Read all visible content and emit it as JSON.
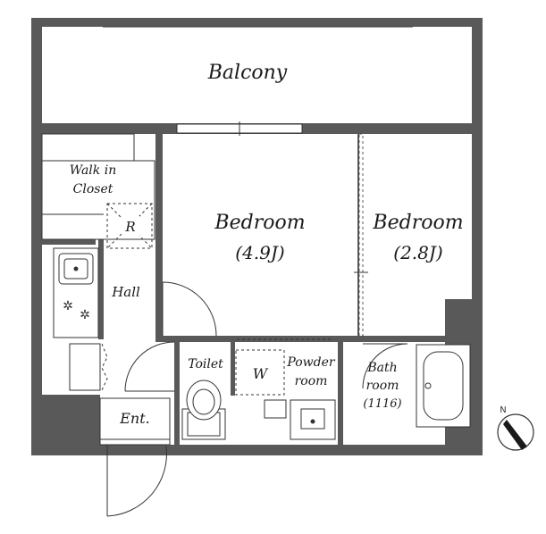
{
  "rooms": {
    "balcony": "Balcony",
    "walk_in_closet_line1": "Walk in",
    "walk_in_closet_line2": "Closet",
    "refrigerator": "R",
    "hall": "Hall",
    "bedroom_main": "Bedroom",
    "bedroom_main_size": "(4.9J)",
    "bedroom_small": "Bedroom",
    "bedroom_small_size": "(2.8J)",
    "toilet": "Toilet",
    "washer": "W",
    "powder_room_line1": "Powder",
    "powder_room_line2": "room",
    "bath_room_line1": "Bath",
    "bath_room_line2": "room",
    "bath_room_size": "(1116)",
    "entrance": "Ent."
  },
  "compass": {
    "label": "N"
  },
  "colors": {
    "wall": "#555555",
    "line": "#333333",
    "background": "#ffffff"
  }
}
